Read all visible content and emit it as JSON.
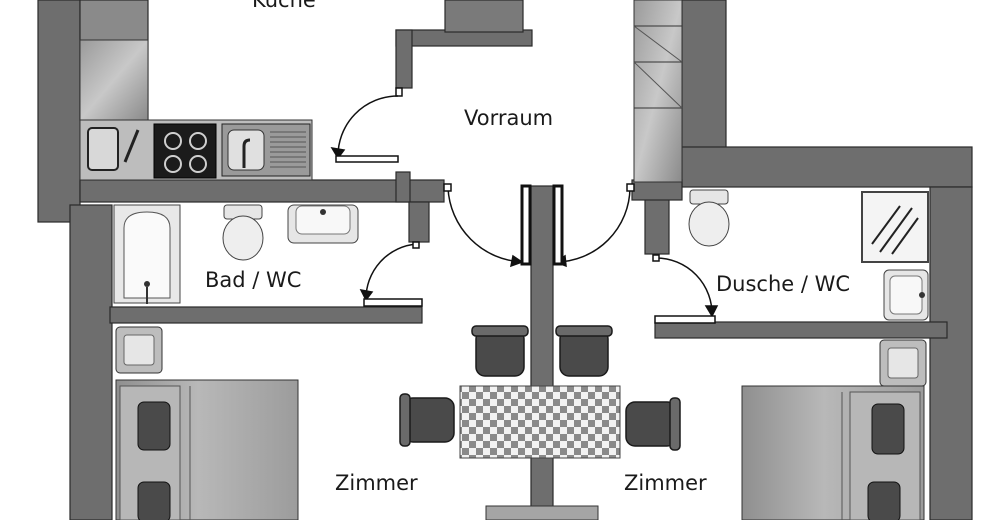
{
  "rooms": {
    "kitchen": "Küche",
    "hall": "Vorraum",
    "bath_left": "Bad / WC",
    "bath_right": "Dusche / WC",
    "room_left": "Zimmer",
    "room_right": "Zimmer"
  },
  "colors": {
    "wall": "#6e6e6e",
    "wall_dark": "#555555",
    "fixture": "#e6e6e6",
    "furniture_dark": "#4a4a4a",
    "bed": "#a9a9a9",
    "line": "#111111"
  }
}
